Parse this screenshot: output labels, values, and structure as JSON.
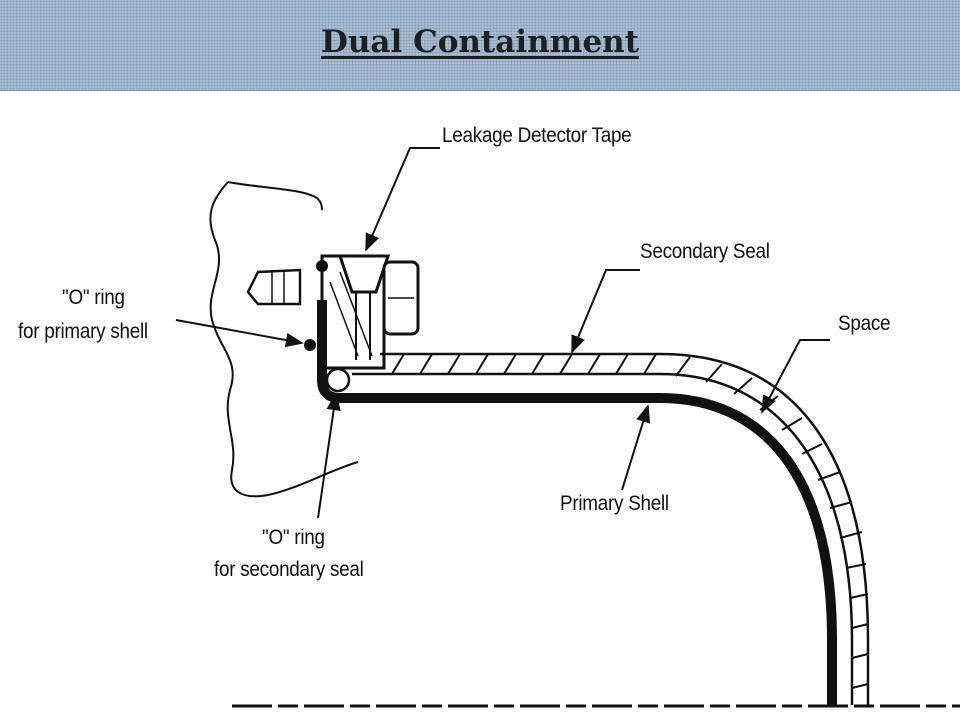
{
  "header": {
    "title": "Dual Containment"
  },
  "labels": {
    "leakage_detector_tape": "Leakage Detector Tape",
    "secondary_seal": "Secondary Seal",
    "space": "Space",
    "o_ring_primary_line1": "\"O\" ring",
    "o_ring_primary_line2": "for primary shell",
    "o_ring_secondary_line1": "\"O\" ring",
    "o_ring_secondary_line2": "for secondary seal",
    "primary_shell": "Primary Shell"
  },
  "colors": {
    "title_bar": "#a9c0d6",
    "ink": "#111111"
  }
}
